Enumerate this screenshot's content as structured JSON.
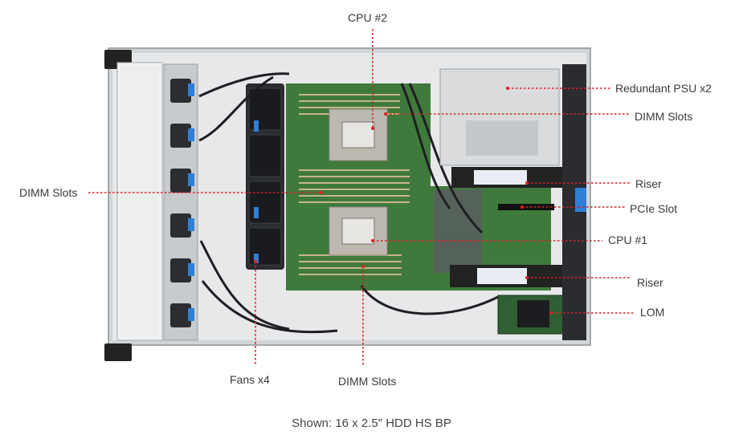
{
  "title": "",
  "caption": "Shown: 16 x 2.5\" HDD HS BP",
  "callouts": {
    "cpu2": "CPU #2",
    "psu": "Redundant PSU x2",
    "dimm_right": "DIMM Slots",
    "dimm_left": "DIMM Slots",
    "riser_top": "Riser",
    "pcie": "PCIe Slot",
    "cpu1": "CPU #1",
    "riser_bottom": "Riser",
    "lom": "LOM",
    "fans": "Fans x4",
    "dimm_bottom": "DIMM Slots"
  },
  "colors": {
    "chassis": "#c9ccce",
    "motherboard": "#3f7a3c",
    "leader": "#e02020",
    "cables": "#1e1f22",
    "fans": "#2a2c30",
    "heatsink": "#bdb8b0"
  }
}
